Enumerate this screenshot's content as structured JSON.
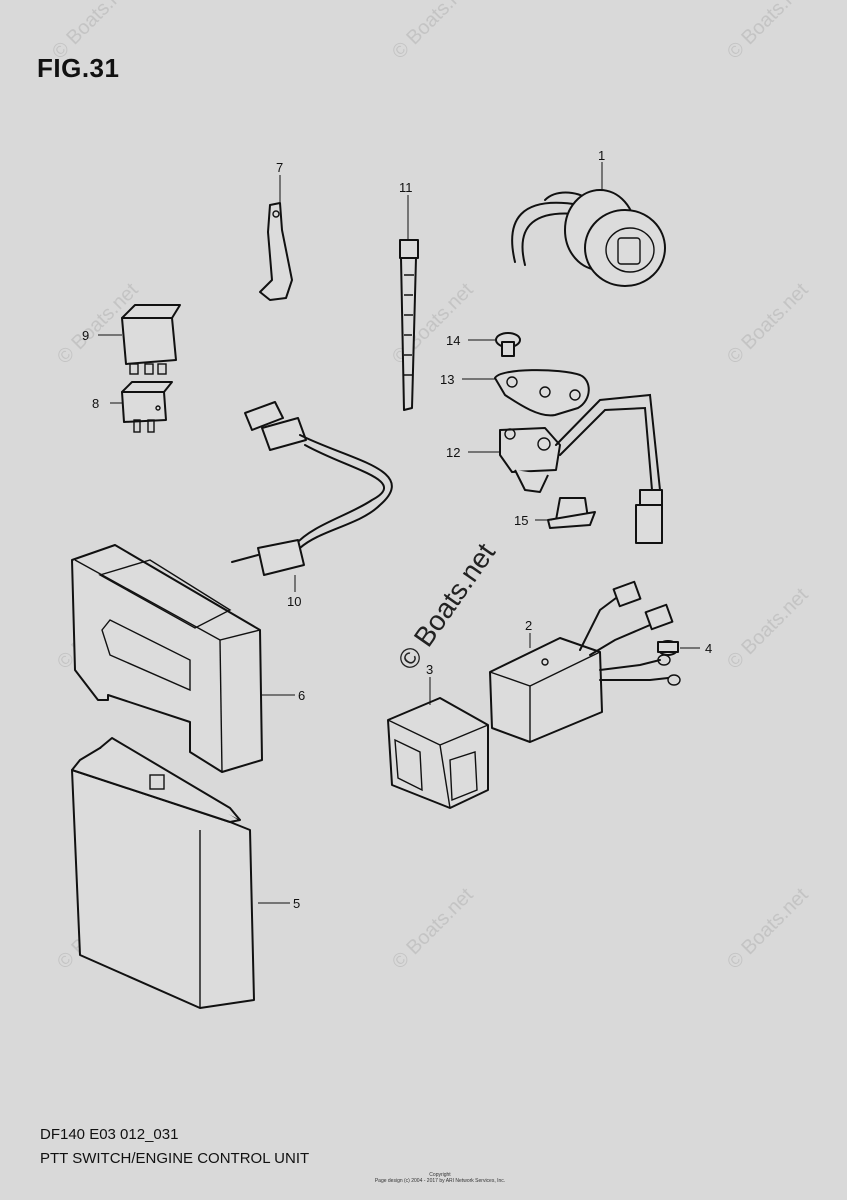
{
  "figure_label": "FIG.31",
  "model_code": "DF140 E03 012_031",
  "diagram_title": "PTT SWITCH/ENGINE CONTROL UNIT",
  "watermark_text": "© Boats.net",
  "center_watermark_text": "© Boats.net",
  "copyright_line1": "Copyright",
  "copyright_line2": "Page design (c) 2004 - 2017 by ARI Network Services, Inc.",
  "callouts": {
    "c1": "1",
    "c2": "2",
    "c3": "3",
    "c4": "4",
    "c5": "5",
    "c6": "6",
    "c7": "7",
    "c8": "8",
    "c9": "9",
    "c10": "10",
    "c11": "11",
    "c12": "12",
    "c13": "13",
    "c14": "14",
    "c15": "15"
  },
  "colors": {
    "background": "#d9d9d9",
    "ink": "#111111",
    "watermark": "#c4c4c4"
  }
}
